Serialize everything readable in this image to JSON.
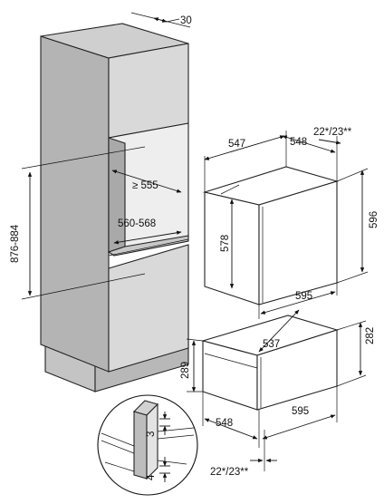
{
  "dimensions": {
    "depth_top": "30",
    "inner_height": "876-884",
    "niche_depth": "≥ 555",
    "niche_width": "560-568",
    "oven_depth": "547",
    "oven_front_depth": "548",
    "front_offset_top": "22*/23**",
    "oven_height": "596",
    "oven_inner_height": "578",
    "oven_width": "595",
    "drawer_depth": "537",
    "drawer_height_total": "289",
    "drawer_height": "282",
    "drawer_front_depth": "548",
    "drawer_width": "595",
    "front_offset_bottom": "22*/23**",
    "gap_top": "3",
    "gap_bottom": "4"
  },
  "colors": {
    "cabinet_face": "#d9d9d9",
    "cabinet_side": "#b4b4b4",
    "cabinet_top": "#cfcfcf",
    "cabinet_shadow": "#a2a2a2",
    "appliance_face": "#ffffff",
    "line": "#111111"
  }
}
